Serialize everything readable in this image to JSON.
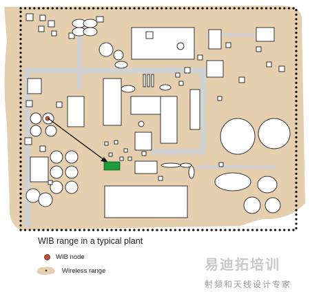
{
  "legend": {
    "title": "WIB range in a typical plant",
    "node_label": "WIB node",
    "range_label": "Wireless range"
  },
  "watermark": {
    "main": "易迪拓培训",
    "sub": "射频和天线设计专家"
  },
  "colors": {
    "range_fill": "#e5cfae",
    "boundary": "#111111",
    "building": "#ffffff",
    "outline": "#333333",
    "road": "#d2d2d2",
    "node_fill": "#b9533f",
    "gateway_fill": "#1f9a3f"
  },
  "icons": {
    "node": "node-dot-icon",
    "range": "range-blob-icon",
    "link": "arrow-icon"
  }
}
